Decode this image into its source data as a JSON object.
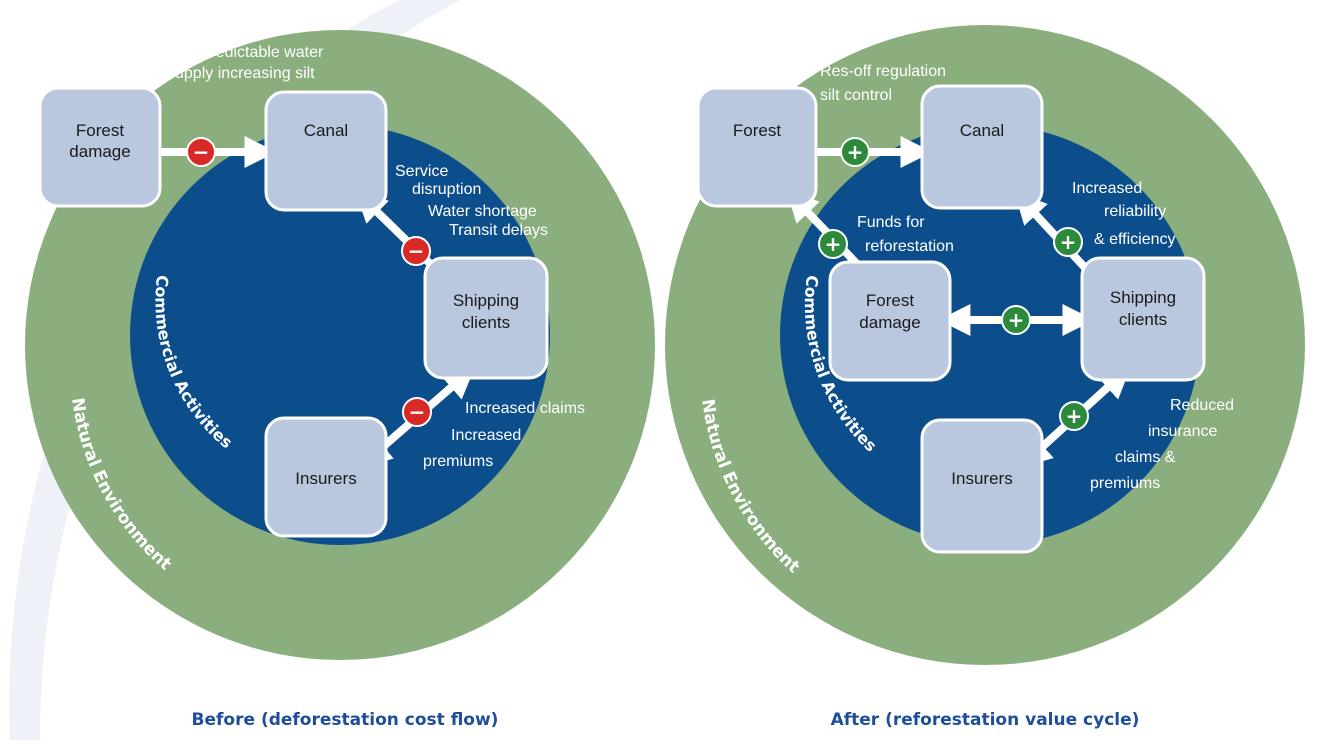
{
  "colors": {
    "natural_ring": "#8aae7d",
    "commercial_core": "#0c4d8c",
    "box_fill": "#b9c8df",
    "negative_sign": "#d72a27",
    "positive_sign": "#2d8a3a",
    "caption": "#1d4e9a"
  },
  "icons": {
    "negative": "minus-circle-icon",
    "positive": "plus-circle-icon"
  },
  "before": {
    "caption": "Before (deforestation cost flow)",
    "ring_label": "Natural Environment",
    "core_label": "Commercial Activities",
    "nodes": {
      "forest_damage": [
        "Forest",
        "damage"
      ],
      "canal": "Canal",
      "shipping": [
        "Shipping",
        "clients"
      ],
      "insurers": "Insurers"
    },
    "notes": {
      "water_supply": [
        "Unpredictable water",
        "supply increasing silt"
      ],
      "service": [
        "Service",
        "disruption",
        "Water shortage",
        "Transit delays"
      ],
      "claims": [
        "Increased claims",
        "Increased",
        "premiums"
      ]
    },
    "signs": {
      "negative": "−"
    }
  },
  "after": {
    "caption": "After (reforestation value cycle)",
    "ring_label": "Natural Environment",
    "core_label": "Commercial Activities",
    "nodes": {
      "forest": "Forest",
      "canal": "Canal",
      "forest_damage": [
        "Forest",
        "damage"
      ],
      "shipping": [
        "Shipping",
        "clients"
      ],
      "insurers": "Insurers"
    },
    "notes": {
      "regulation": [
        "Res-off regulation",
        "silt control"
      ],
      "funds": [
        "Funds for",
        "reforestation"
      ],
      "reliability": [
        "Increased",
        "reliability",
        "& efficiency"
      ],
      "reduced": [
        "Reduced",
        "insurance",
        "claims &",
        "premiums"
      ]
    },
    "signs": {
      "positive": "+"
    }
  }
}
